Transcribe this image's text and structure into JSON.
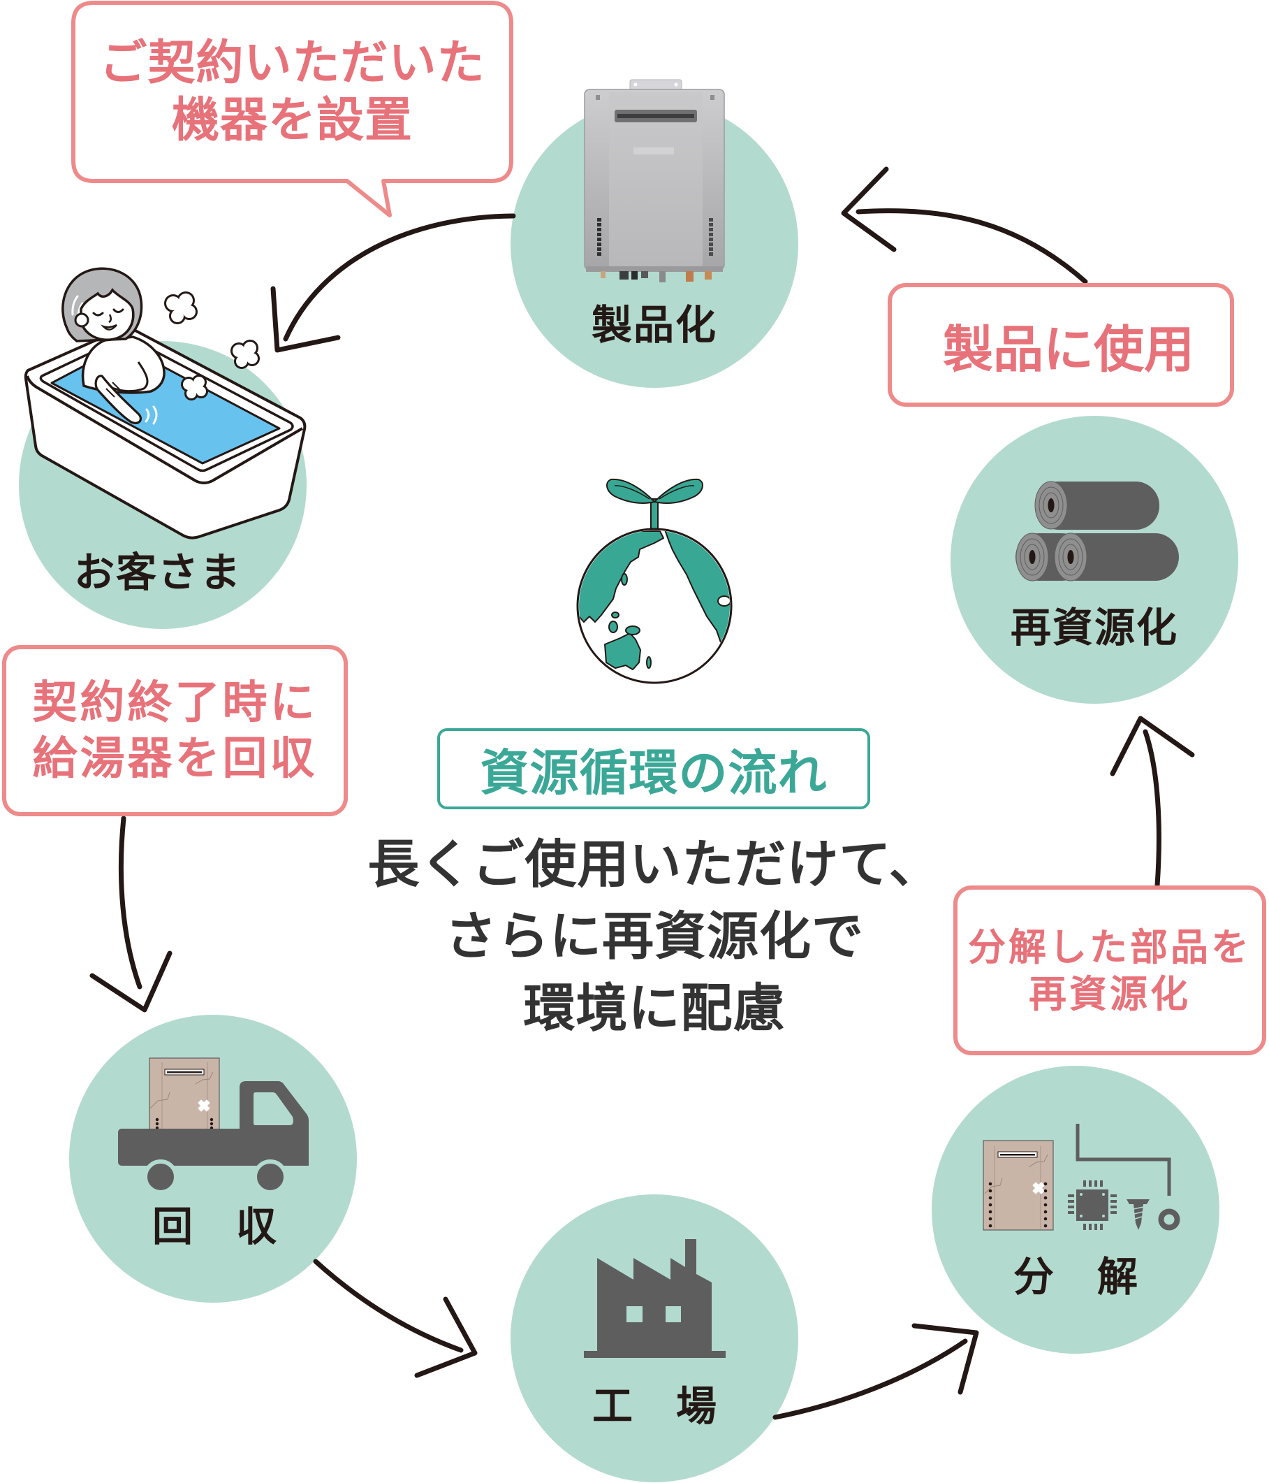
{
  "diagram": {
    "title": "資源循環の流れ",
    "message_lines": [
      "長くご使用いただけて、",
      "さらに再資源化で",
      "環境に配慮"
    ]
  },
  "steps": [
    {
      "key": "product",
      "label": "製品化",
      "icon": "water-heater-icon"
    },
    {
      "key": "customer",
      "label": "お客さま",
      "icon": "bathtub-person-icon"
    },
    {
      "key": "collection",
      "label": "回　収",
      "icon": "truck-icon"
    },
    {
      "key": "factory",
      "label": "工　場",
      "icon": "factory-icon"
    },
    {
      "key": "disassembly",
      "label": "分　解",
      "icon": "disassembled-parts-icon"
    },
    {
      "key": "recycle",
      "label": "再資源化",
      "icon": "material-rolls-icon"
    }
  ],
  "callouts": {
    "install": {
      "lines": [
        "ご契約いただいた",
        "機器を設置"
      ]
    },
    "collect": {
      "lines": [
        "契約終了時に",
        "給湯器を回収"
      ]
    },
    "recycle_parts": {
      "lines": [
        "分解した部品を",
        "再資源化"
      ]
    },
    "use_in_product": {
      "lines": [
        "製品に使用"
      ]
    }
  },
  "flow": [
    {
      "from": "product",
      "to": "customer",
      "callout": "install"
    },
    {
      "from": "customer",
      "to": "collection",
      "callout": "collect"
    },
    {
      "from": "collection",
      "to": "factory"
    },
    {
      "from": "factory",
      "to": "disassembly"
    },
    {
      "from": "disassembly",
      "to": "recycle",
      "callout": "recycle_parts"
    },
    {
      "from": "recycle",
      "to": "product",
      "callout": "use_in_product"
    }
  ],
  "colors": {
    "node_fill": "#b3dacf",
    "callout_border": "#ee8a8a",
    "callout_text": "#e8727a",
    "accent_teal": "#3ba897",
    "ink": "#231815",
    "message_text": "#333333",
    "icon_gray": "#5e5e5e",
    "water": "#68c2ee"
  }
}
